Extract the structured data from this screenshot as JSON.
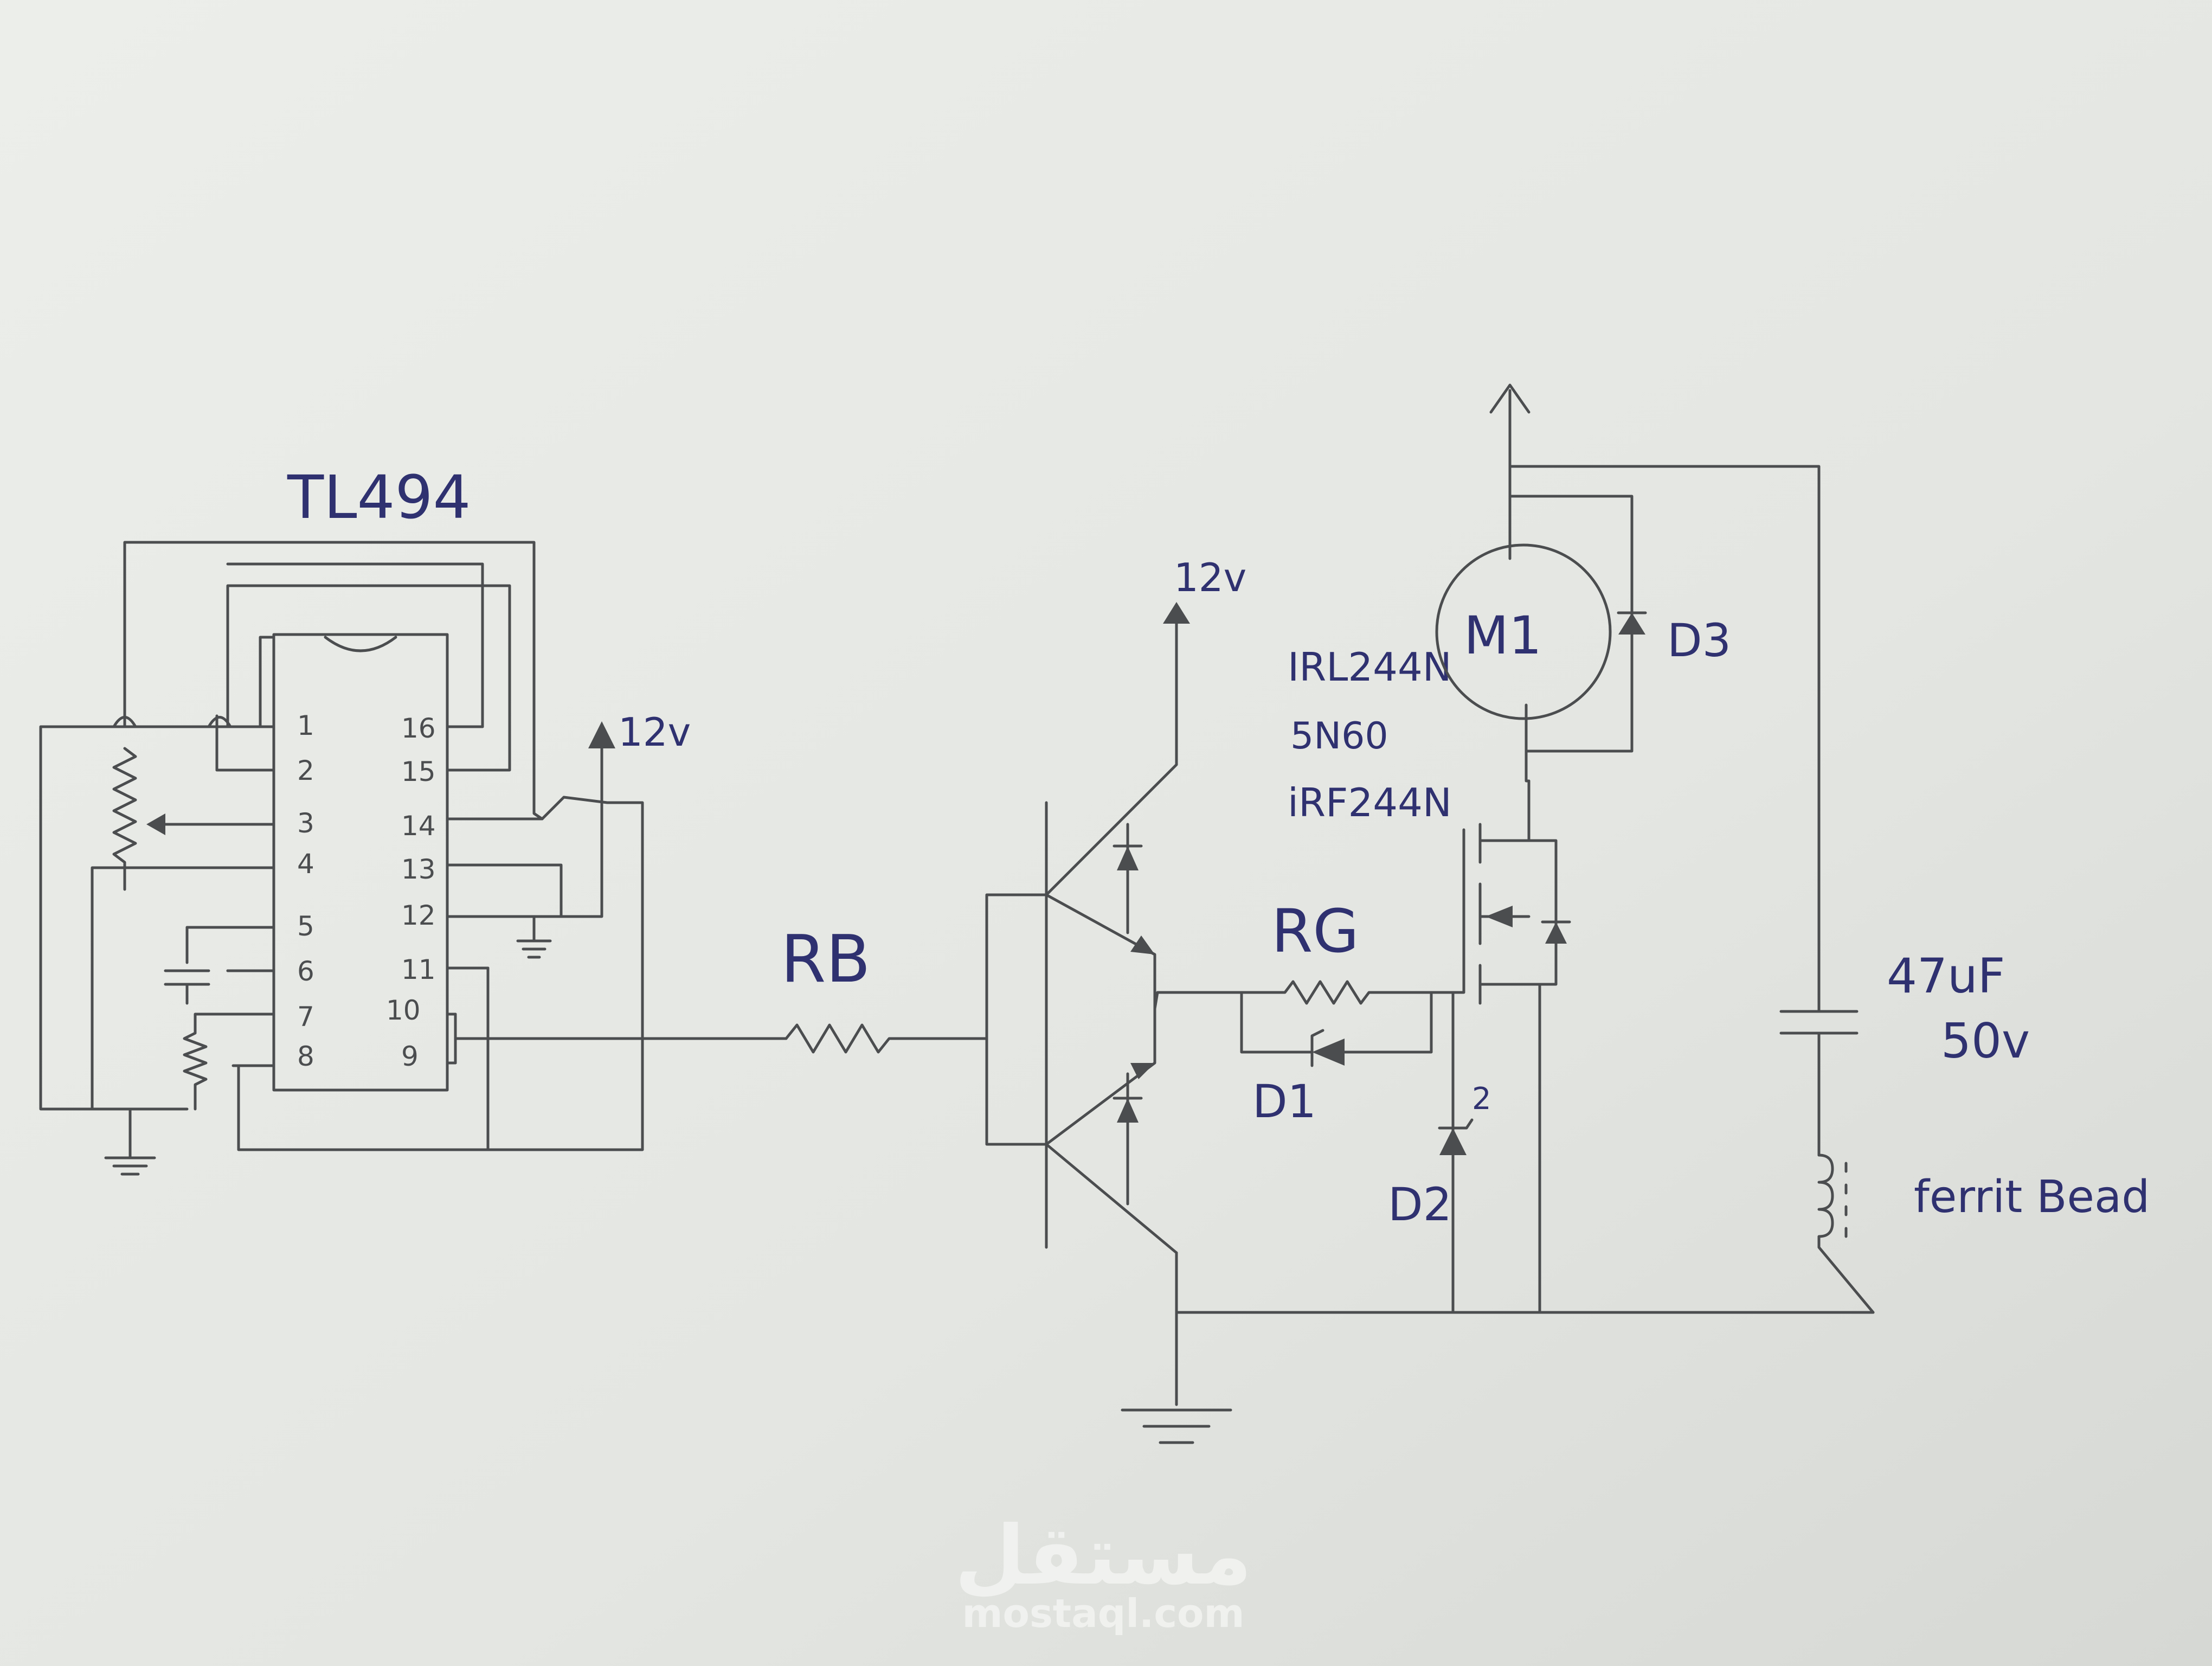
{
  "ic": {
    "name": "TL494",
    "pins": [
      "1",
      "2",
      "3",
      "4",
      "5",
      "6",
      "7",
      "8",
      "16",
      "15",
      "14",
      "13",
      "12",
      "11",
      "10",
      "9"
    ]
  },
  "supply": {
    "ic_vcc": "12v",
    "driver_vcc": "12v"
  },
  "resistors": {
    "base": "RB",
    "gate": "RG"
  },
  "motor": "M1",
  "diodes": {
    "d1": "D1",
    "d2": "D2",
    "d3": "D3",
    "d2_mark": "2"
  },
  "mosfet_options": [
    "IRL244N",
    "5N60",
    "iRF244N"
  ],
  "capacitor": {
    "value": "47uF",
    "voltage": "50v"
  },
  "inductor": "ferrit Bead",
  "watermark": {
    "logo": "مستقل",
    "url": "mostaql.com"
  }
}
